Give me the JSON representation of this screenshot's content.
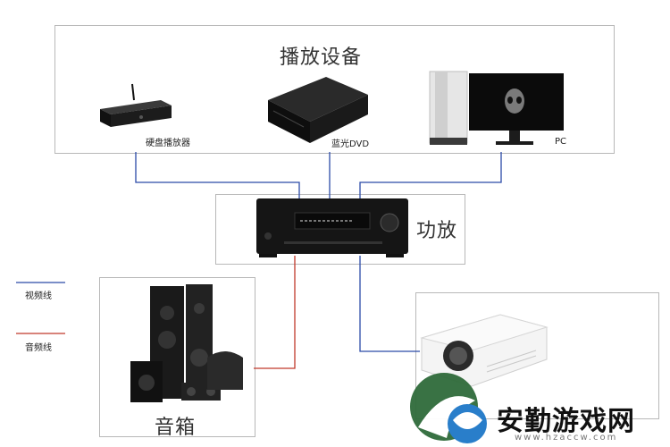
{
  "playback_group": {
    "title": "播放设备"
  },
  "devices": {
    "hdd_player": "硬盘播放器",
    "bluray": "蓝光DVD",
    "pc": "PC"
  },
  "amplifier": {
    "label": "功放"
  },
  "speakers": {
    "label": "音箱"
  },
  "legend": {
    "video_line": "视频线",
    "audio_line": "音频线",
    "video_color": "#2b4aa8",
    "audio_color": "#c0392b"
  },
  "watermark": {
    "site_name": "安勤游戏网",
    "url": "www.hzaccw.com"
  },
  "colors": {
    "video_line": "#2b4aa8",
    "audio_line": "#c0392b",
    "box_border": "#b8b8b8"
  }
}
